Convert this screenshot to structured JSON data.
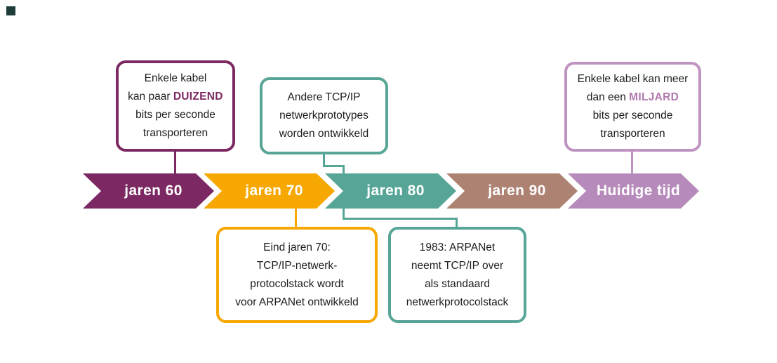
{
  "decor": {
    "corner_color": "#1e3d38"
  },
  "timeline": {
    "segments": [
      {
        "label": "jaren 60",
        "color": "#7c2862"
      },
      {
        "label": "jaren 70",
        "color": "#f7a800"
      },
      {
        "label": "jaren 80",
        "color": "#56a597"
      },
      {
        "label": "jaren 90",
        "color": "#ad8272"
      },
      {
        "label": "Huidige tijd",
        "color": "#b68aba"
      }
    ]
  },
  "callouts": {
    "thousand": {
      "line1": "Enkele kabel",
      "line2_pre": "kan paar ",
      "line2_strong": "DUIZEND",
      "line3": "bits per seconde",
      "line4": "transporteren",
      "border_color": "#7c2862",
      "strong_color": "#7c2862"
    },
    "prototypes": {
      "line1": "Andere TCP/IP",
      "line2": "netwerkprototypes",
      "line3": "worden ontwikkeld",
      "border_color": "#56a597"
    },
    "billion": {
      "line1": "Enkele kabel kan meer",
      "line2_pre": "dan een ",
      "line2_strong": "MILJARD",
      "line3": "bits per seconde",
      "line4": "transporteren",
      "border_color": "#bf93c1",
      "strong_color": "#b077ad"
    },
    "arpanet_dev": {
      "line1": "Eind jaren 70:",
      "line2": "TCP/IP-netwerk-",
      "line3": "protocolstack wordt",
      "line4": "voor ARPANet ontwikkeld",
      "border_color": "#f7a800"
    },
    "arpanet_adopt": {
      "line1": "1983: ARPANet",
      "line2": "neemt TCP/IP over",
      "line3": "als standaard",
      "line4": "netwerkprotocolstack",
      "border_color": "#56a597"
    }
  },
  "connectors": {
    "thousand": "#7c2862",
    "prototypes": "#56a597",
    "billion": "#bf93c1",
    "arpanet_dev": "#f7a800",
    "arpanet_adopt": "#56a597"
  }
}
